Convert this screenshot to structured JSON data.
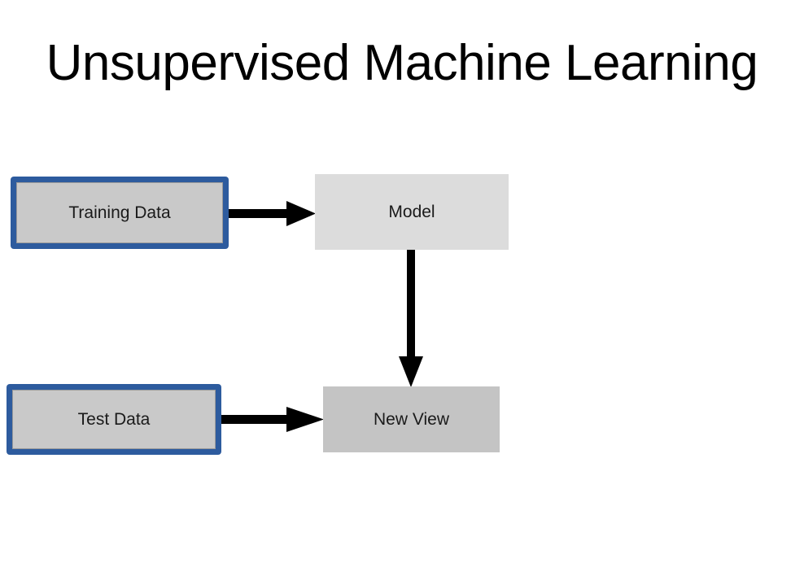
{
  "page": {
    "title": "Unsupervised Machine Learning",
    "background": "#ffffff"
  },
  "colors": {
    "frame_blue": "#2d5b9e",
    "box_fill_gray": "#c9c9c9",
    "model_fill_gray": "#dcdcdc",
    "newview_fill_gray": "#c4c4c4",
    "arrow_black": "#000000",
    "text_black": "#1a1a1a"
  },
  "diagram": {
    "type": "flowchart",
    "nodes": [
      {
        "id": "training",
        "label": "Training Data",
        "style": "blue-framed",
        "column": "left",
        "row": "top"
      },
      {
        "id": "model",
        "label": "Model",
        "style": "plain-light",
        "column": "right",
        "row": "top"
      },
      {
        "id": "test",
        "label": "Test Data",
        "style": "blue-framed",
        "column": "left",
        "row": "bottom"
      },
      {
        "id": "newview",
        "label": "New View",
        "style": "plain-dark",
        "column": "right",
        "row": "bottom"
      }
    ],
    "edges": [
      {
        "id": "training-to-model",
        "from": "training",
        "to": "model",
        "direction": "right",
        "label": ""
      },
      {
        "id": "model-to-newview",
        "from": "model",
        "to": "newview",
        "direction": "down",
        "label": ""
      },
      {
        "id": "test-to-newview",
        "from": "test",
        "to": "newview",
        "direction": "right",
        "label": ""
      }
    ]
  }
}
